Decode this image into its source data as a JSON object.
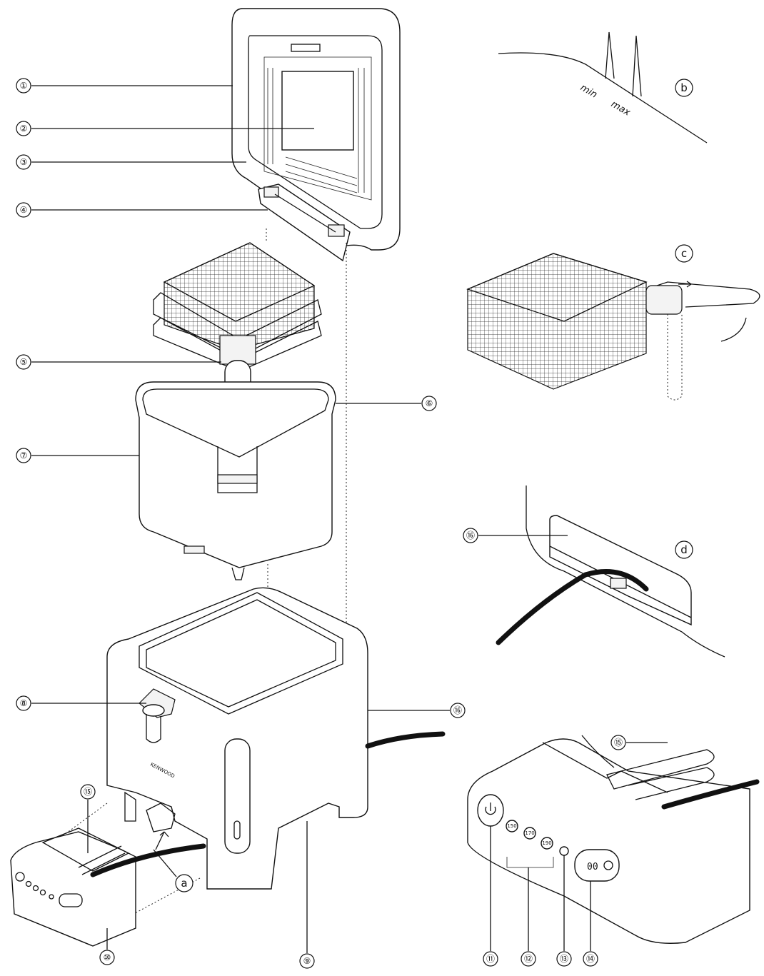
{
  "callouts": {
    "c1": "①",
    "c2": "②",
    "c3": "③",
    "c4": "④",
    "c5": "⑤",
    "c6": "⑥",
    "c7": "⑦",
    "c8": "⑧",
    "c9": "⑨",
    "c10": "⑩",
    "c11": "⑪",
    "c12": "⑫",
    "c13": "⑬",
    "c14": "⑭",
    "c15_main": "⑮",
    "c15_detail": "⑮",
    "c16_main": "⑯",
    "c16_detail": "⑯"
  },
  "detail_letters": {
    "a": "a",
    "b": "b",
    "c": "c",
    "d": "d"
  },
  "level_marks": {
    "min": "min",
    "max": "max"
  },
  "brand": "KENWOOD",
  "temperatures": {
    "t150": "150",
    "t170": "170",
    "t190": "190"
  },
  "display": "00",
  "colors": {
    "line": "#111111",
    "fill": "#ffffff",
    "shade": "#f3f3f3"
  },
  "icons": {
    "power": "power-icon",
    "oil": "oil-drop-icon",
    "timer": "timer-knob-icon",
    "arrow": "arrow-icon"
  }
}
